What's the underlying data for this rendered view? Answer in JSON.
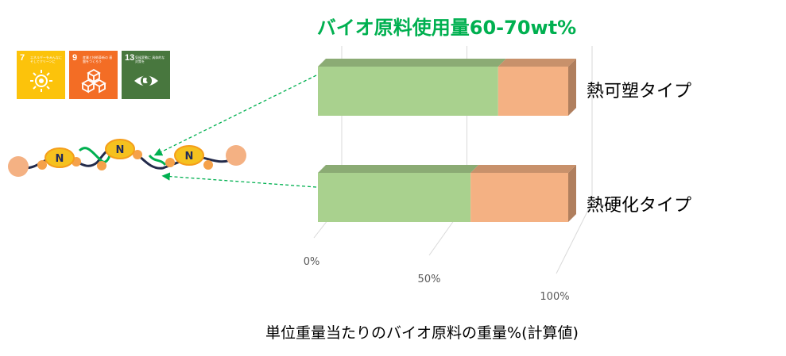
{
  "chart_data": {
    "type": "bar",
    "orientation": "horizontal",
    "stacked": true,
    "three_d": true,
    "title": "バイオ原料使用量60-70wt%",
    "xlabel": "単位重量当たりのバイオ原料の重量%(計算値)",
    "xticks": [
      "0%",
      "50%",
      "100%"
    ],
    "xlim": [
      0,
      100
    ],
    "categories": [
      "熱可塑タイプ",
      "熱硬化タイプ"
    ],
    "series": [
      {
        "values": [
          72,
          61
        ],
        "color": "#a9d18e"
      },
      {
        "values": [
          28,
          39
        ],
        "color": "#f4b183"
      }
    ],
    "colors": {
      "title": "#00b050",
      "arrow": "#00b050"
    }
  },
  "sdg_icons": [
    {
      "number": "7",
      "text": "エネルギーをみんなに そしてクリーンに",
      "color": "#fcc30b",
      "icon": "sun-icon"
    },
    {
      "number": "9",
      "text": "産業と技術革新の 基盤をつくろう",
      "color": "#f36d25",
      "icon": "cubes-icon"
    },
    {
      "number": "13",
      "text": "気候変動に 具体的な対策を",
      "color": "#48773e",
      "icon": "eye-globe-icon"
    }
  ],
  "molecule": {
    "label": "N"
  }
}
